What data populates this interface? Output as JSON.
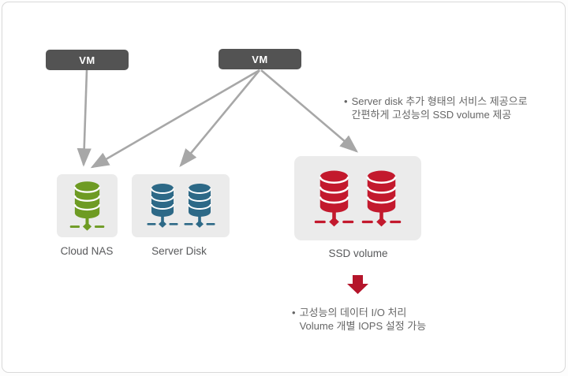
{
  "colors": {
    "border": "#D9D9D9",
    "vm-bg": "#535353",
    "node-bg": "#EBEBEB",
    "arrow": "#A7A7A7",
    "green": "#6E9B23",
    "blue": "#2D6987",
    "red": "#C3192D",
    "red-arrow": "#B5152B",
    "note-text": "#666666",
    "label-text": "#58595B"
  },
  "bullet": "•",
  "vm_nodes": [
    {
      "label": "VM"
    },
    {
      "label": "VM"
    }
  ],
  "storage_nodes": [
    {
      "label": "Cloud NAS",
      "icon": "database-icon",
      "icon_color": "#6E9B23",
      "icon_count": 1
    },
    {
      "label": "Server Disk",
      "icon": "database-icon",
      "icon_color": "#2D6987",
      "icon_count": 2
    },
    {
      "label": "SSD volume",
      "icon": "database-icon",
      "icon_color": "#C3192D",
      "icon_count": 2
    }
  ],
  "notes": [
    {
      "lines": [
        "Server disk 추가 형태의 서비스 제공으로",
        "간편하게 고성능의 SSD volume 제공"
      ]
    },
    {
      "lines": [
        "고성능의 데이터 I/O 처리",
        "Volume 개별 IOPS 설정 가능"
      ]
    }
  ]
}
